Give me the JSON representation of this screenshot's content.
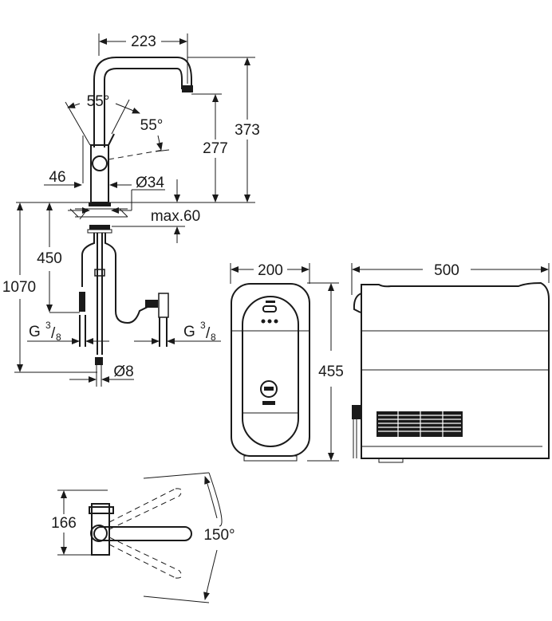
{
  "drawing": {
    "faucet_front": {
      "spout_reach": "223",
      "total_height": "373",
      "outlet_height": "277",
      "lever_angle_left": "55°",
      "lever_angle_right": "55°",
      "handle_offset": "46",
      "body_diameter": "Ø34",
      "counter_thickness": "max.60",
      "hose_length": "450",
      "total_length": "1070",
      "thread_left": {
        "base": "G",
        "num": "3",
        "den": "8"
      },
      "thread_right": {
        "base": "G",
        "num": "3",
        "den": "8"
      },
      "pipe_diameter": "Ø8"
    },
    "unit_front": {
      "width": "200",
      "height": "455"
    },
    "unit_side": {
      "depth": "500"
    },
    "faucet_top": {
      "depth": "166",
      "swivel_angle": "150°"
    }
  },
  "colors": {
    "line": "#1a1a1a",
    "background": "#ffffff"
  }
}
